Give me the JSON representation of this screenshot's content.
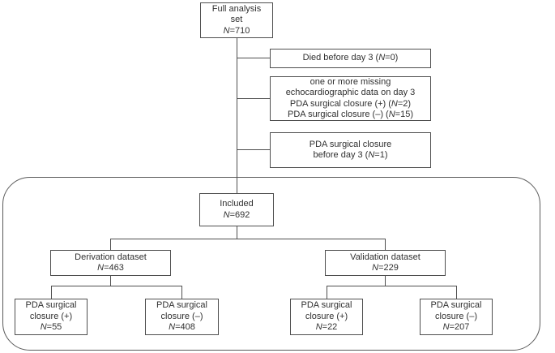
{
  "colors": {
    "border": "#4f4f4f",
    "text": "#303030",
    "background": "#ffffff"
  },
  "boxes": {
    "full_analysis": {
      "line1": "Full analysis",
      "line2": "set",
      "n": "N",
      "nv": "=710"
    },
    "died": {
      "pre": "Died before day 3 (",
      "n": "N",
      "post": "=0)"
    },
    "missing": {
      "line1": "one or more missing",
      "line2": "echocardiographic data on day 3",
      "line3_pre": "PDA surgical closure (+) (",
      "line3_n": "N",
      "line3_post": "=2)",
      "line4_pre": "PDA surgical closure (–) (",
      "line4_n": "N",
      "line4_post": "=15)"
    },
    "pda_before": {
      "line1": "PDA surgical closure",
      "line2_pre": "before day 3 (",
      "n": "N",
      "post": "=1)"
    },
    "included": {
      "line1": "Included",
      "n": "N",
      "nv": "=692"
    },
    "derivation": {
      "line1": "Derivation dataset",
      "n": "N",
      "nv": "=463"
    },
    "validation": {
      "line1": "Validation dataset",
      "n": "N",
      "nv": "=229"
    },
    "derivation_pos": {
      "line1": "PDA surgical",
      "line2": "closure (+)",
      "n": "N",
      "nv": "=55"
    },
    "derivation_neg": {
      "line1": "PDA surgical",
      "line2": "closure (–)",
      "n": "N",
      "nv": "=408"
    },
    "validation_pos": {
      "line1": "PDA surgical",
      "line2": "closure (+)",
      "n": "N",
      "nv": "=22"
    },
    "validation_neg": {
      "line1": "PDA surgical",
      "line2": "closure (–)",
      "n": "N",
      "nv": "=207"
    }
  }
}
